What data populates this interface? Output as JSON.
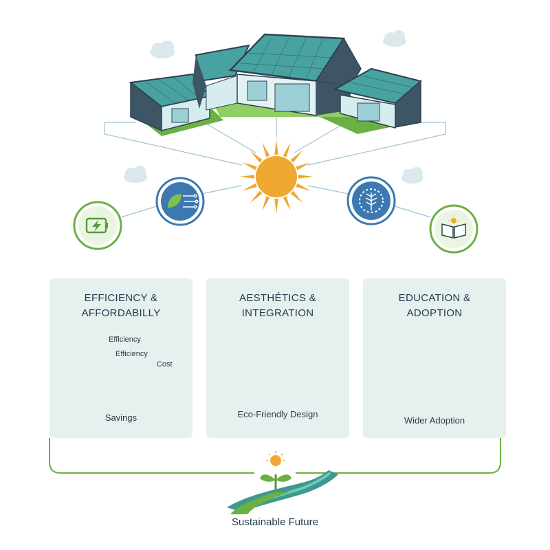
{
  "panels": [
    {
      "title_line1": "EFFICIENCY &",
      "title_line2": "AFFORDABILLY",
      "efficiency_up_label": "Efficiency",
      "efficiency_cost_label": "Efficiency",
      "cost_label": "Cost",
      "caption": "Savings",
      "icons": [
        "battery-icon",
        "trend-arrows-icon",
        "piggy-bank-icon",
        "small-sun-icon"
      ]
    },
    {
      "title_line1": "AESTHÉTICS &",
      "title_line2": "INTEGRATION",
      "caption": "Eco-Friendly Design",
      "icons": [
        "solar-house-icon"
      ]
    },
    {
      "title_line1": "EDUCATION &",
      "title_line2": "ADOPTION",
      "caption": "Wider Adoption",
      "icons": [
        "sun-icon",
        "raised-hands-people-icon"
      ]
    }
  ],
  "top_icons": [
    "battery-charge-icon",
    "circuit-leaf-icon",
    "sun-icon",
    "gear-leaf-icon",
    "open-book-icon",
    "cloud-icon"
  ],
  "footer": {
    "title": "Sustainable Future",
    "icons": [
      "sprout-sun-icon",
      "river-path-icon"
    ]
  },
  "colors": {
    "green": "#6bb043",
    "blue": "#3d79b0",
    "sun": "#f0a830",
    "panel": "#e6f0ee",
    "roof": "#48a3a0",
    "wall": "#3e5566"
  }
}
